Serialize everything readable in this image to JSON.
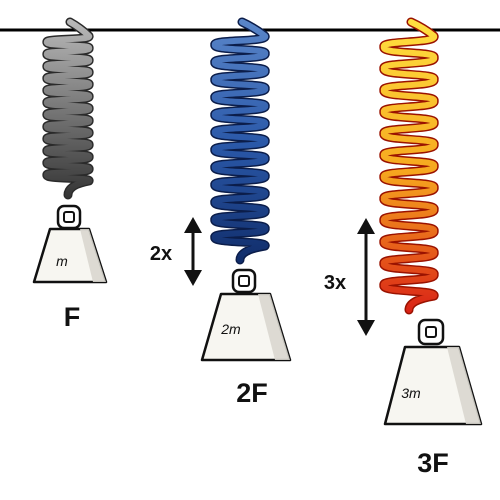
{
  "springs": [
    {
      "id": "spring-1",
      "mass_label": "m",
      "force_label": "F",
      "displacement_label": "",
      "colors": {
        "top": "#b9b9b9",
        "mid": "#6e6e6e",
        "bottom": "#2f2f2f",
        "shade": "#2a2a2a"
      }
    },
    {
      "id": "spring-2",
      "mass_label": "2m",
      "force_label": "2F",
      "displacement_label": "2x",
      "colors": {
        "top": "#5a86c9",
        "mid": "#2a58a8",
        "bottom": "#0f2a66",
        "shade": "#0b1d4a"
      }
    },
    {
      "id": "spring-3",
      "mass_label": "3m",
      "force_label": "3F",
      "displacement_label": "3x",
      "colors": {
        "top": "#ffe040",
        "mid": "#f6a81f",
        "bottom": "#d81b16",
        "shade": "#9a1200"
      }
    }
  ],
  "ceiling_color": "#000000",
  "weight_fill": "#f7f6f1"
}
